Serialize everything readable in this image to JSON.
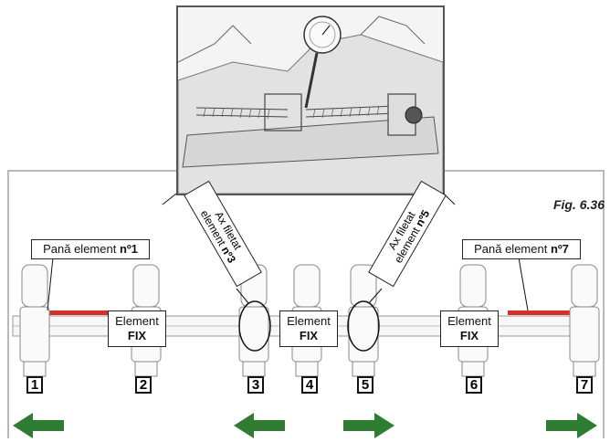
{
  "figure_label": "Fig. 6.36",
  "callouts": {
    "pana1_text": "Pană element ",
    "pana1_bold": "nº1",
    "pana7_text": "Pană element ",
    "pana7_bold": "nº7",
    "ax3_line1": "Ax filetat",
    "ax3_line2": "element ",
    "ax3_bold": "nº3",
    "ax5_line1": "Ax filetat",
    "ax5_line2": "element ",
    "ax5_bold": "nº5"
  },
  "fixed_elements": [
    {
      "line1": "Element",
      "line2": "FIX"
    },
    {
      "line1": "Element",
      "line2": "FIX"
    },
    {
      "line1": "Element",
      "line2": "FIX"
    }
  ],
  "element_numbers": [
    "1",
    "2",
    "3",
    "4",
    "5",
    "6",
    "7"
  ],
  "arrows": [
    {
      "direction": "left",
      "color": "#2e7d32"
    },
    {
      "direction": "left",
      "color": "#2e7d32"
    },
    {
      "direction": "right",
      "color": "#2e7d32"
    },
    {
      "direction": "right",
      "color": "#2e7d32"
    }
  ],
  "colors": {
    "arrow": "#2e7d32",
    "pana_bar": "#d32f2f",
    "frame": "#b9b9b9"
  },
  "inset_image": "close-up sketch of dial gauge on threaded axle"
}
